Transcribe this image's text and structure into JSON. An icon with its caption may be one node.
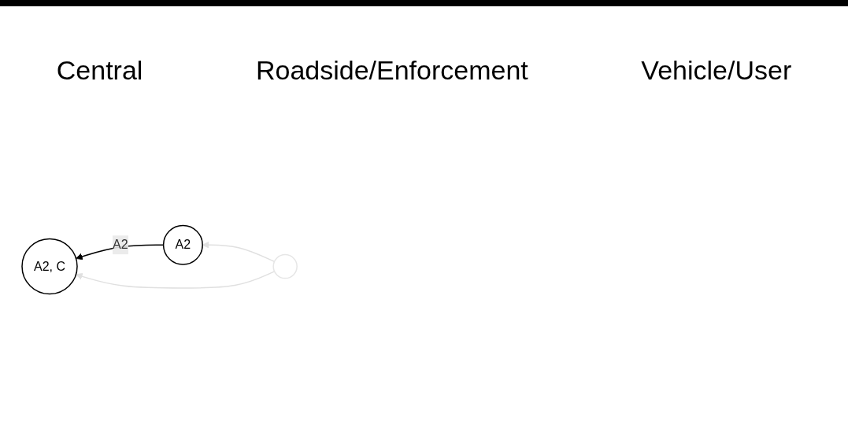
{
  "diagram": {
    "nodes": [
      {
        "text": [
          "A2, C"
        ]
      },
      {
        "text": [
          "A2"
        ]
      },
      {
        "text": [],
        "shape": "circle"
      }
    ],
    "edges": [
      {
        "from": 1,
        "to": 0,
        "arrow": "to",
        "label": "A2",
        "color": "#000000"
      },
      {
        "from": 2,
        "to": 0,
        "arrow": "to"
      },
      {
        "from": 2,
        "to": 1,
        "arrow": "to"
      }
    ],
    "labels": [
      "Central",
      "Roadside/Enforcement",
      "Vehicle/User"
    ]
  }
}
